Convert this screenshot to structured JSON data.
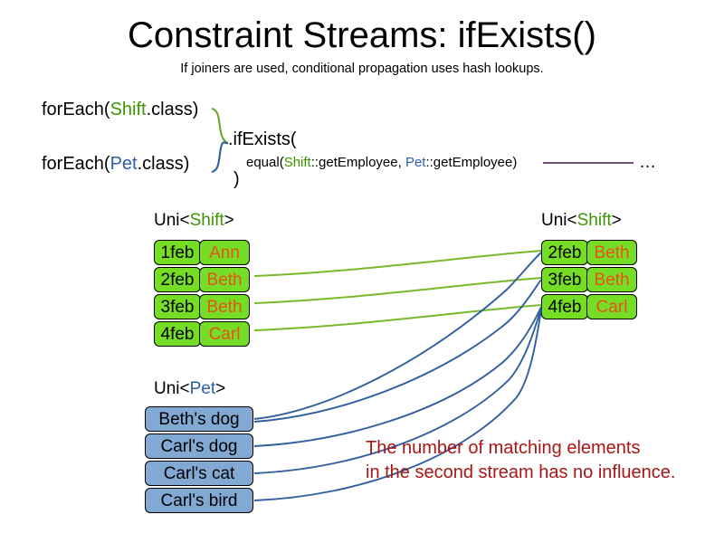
{
  "header": {
    "title": "Constraint Streams: ifExists()",
    "subtitle": "If joiners are used, conditional propagation uses hash lookups."
  },
  "code": {
    "foreach_shift": {
      "prefix": "forEach(",
      "type": "Shift",
      "suffix": ".class)"
    },
    "foreach_pet": {
      "prefix": "forEach(",
      "type": "Pet",
      "suffix": ".class)"
    },
    "ifexists": ".ifExists(",
    "equal": {
      "prefix": "equal(",
      "left_type": "Shift",
      "left_ref": "::getEmployee, ",
      "right_type": "Pet",
      "right_ref": "::getEmployee)"
    },
    "close_paren": ")",
    "ellipsis": "…"
  },
  "streams": {
    "shift_left": {
      "label_prefix": "Uni<",
      "label_type": "Shift",
      "label_suffix": ">",
      "rows": [
        {
          "date": "1feb",
          "name": "Ann"
        },
        {
          "date": "2feb",
          "name": "Beth"
        },
        {
          "date": "3feb",
          "name": "Beth"
        },
        {
          "date": "4feb",
          "name": "Carl"
        }
      ]
    },
    "shift_right": {
      "label_prefix": "Uni<",
      "label_type": "Shift",
      "label_suffix": ">",
      "rows": [
        {
          "date": "2feb",
          "name": "Beth"
        },
        {
          "date": "3feb",
          "name": "Beth"
        },
        {
          "date": "4feb",
          "name": "Carl"
        }
      ]
    },
    "pet_left": {
      "label_prefix": "Uni<",
      "label_type": "Pet",
      "label_suffix": ">",
      "rows": [
        {
          "pet": "Beth's dog"
        },
        {
          "pet": "Carl's dog"
        },
        {
          "pet": "Carl's cat"
        },
        {
          "pet": "Carl's bird"
        }
      ]
    }
  },
  "annotation": {
    "line1": "The number of matching elements",
    "line2": "in the second stream has no influence."
  },
  "colors": {
    "shift_green": "#3d9400",
    "pet_blue": "#2a5eaa",
    "box_green_fill": "#74dd24",
    "box_blue_fill": "#81a9d4",
    "name_orange": "#e8531b",
    "annotation_red": "#a81616",
    "connector_green": "#7ab82e",
    "connector_blue": "#2f5f9e",
    "rule_purple": "#5b3a63"
  }
}
